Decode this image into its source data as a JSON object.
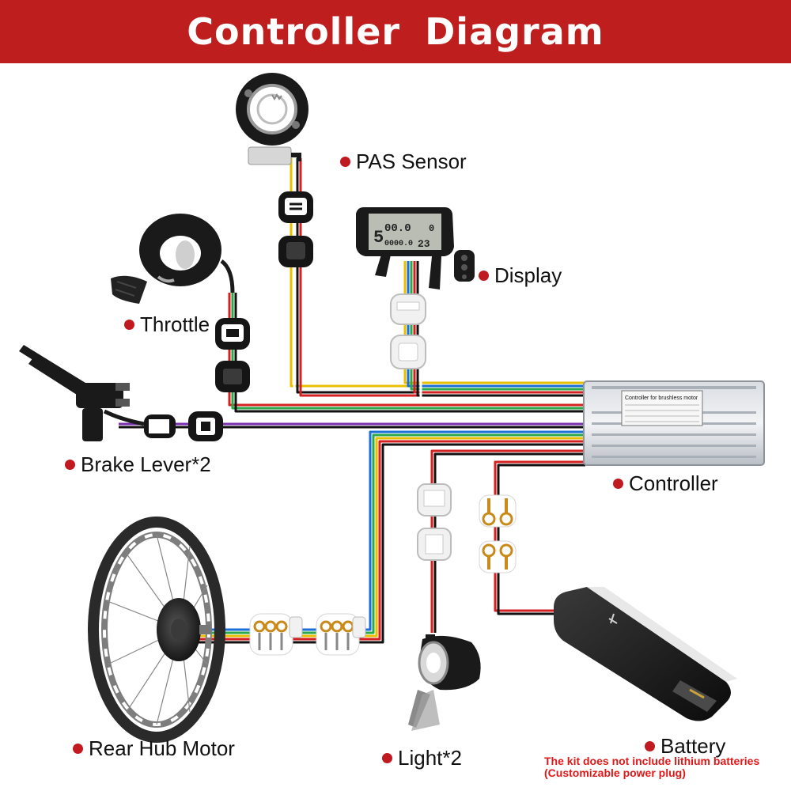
{
  "header": {
    "title": "Controller  Diagram",
    "bg_color": "#bf1e1e"
  },
  "display": {
    "line1": "5",
    "line2": "00.0",
    "line3": "0",
    "line4": "0000.0",
    "line5": "23"
  },
  "controller": {
    "plate_title": "Controller for brushless motor"
  },
  "labels": {
    "pas_sensor": "PAS Sensor",
    "display": "Display",
    "throttle": "Throttle",
    "brake_lever": "Brake Lever*2",
    "controller": "Controller",
    "rear_hub_motor": "Rear Hub Motor",
    "light": "Light*2",
    "battery": "Battery"
  },
  "note": {
    "line1": "The kit does not include lithium batteries",
    "line2": "(Customizable power plug)"
  },
  "colors": {
    "accent": "#c0191f",
    "note": "#e01818"
  }
}
